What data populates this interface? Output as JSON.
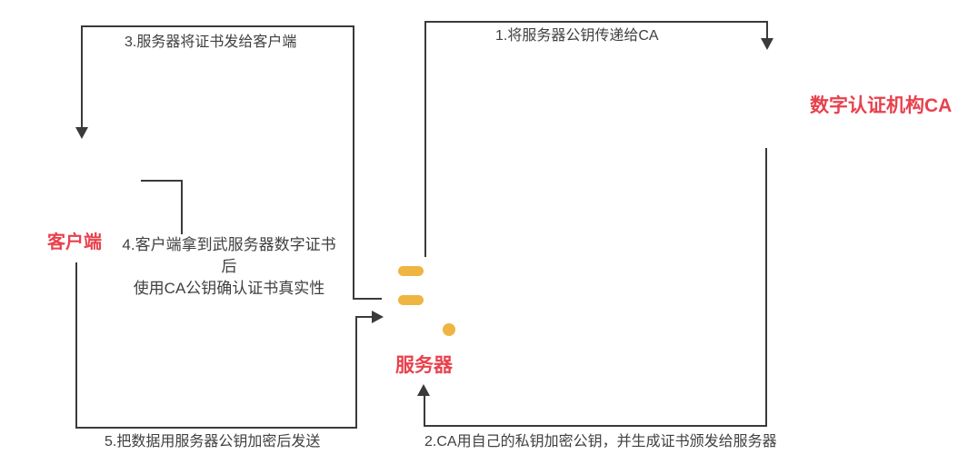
{
  "entities": {
    "client": "客户端",
    "server": "服务器",
    "ca": "数字认证机构CA"
  },
  "steps": {
    "step1": "1.将服务器公钥传递给CA",
    "step2": "2.CA用自己的私钥加密公钥，并生成证书颁发给服务器",
    "step3": "3.服务器将证书发给客户端",
    "step4_line1": "4.客户端拿到武服务器数字证书后",
    "step4_line2": "使用CA公钥确认证书真实性",
    "step5": "5.把数据用服务器公钥加密后发送"
  },
  "colors": {
    "background": "#ffffff",
    "line": "#3a3a3a",
    "step_label_text": "#404040",
    "step_label_background": "#ffffff",
    "entity_text": "#e8414d",
    "server_icon": "#eeb543"
  }
}
